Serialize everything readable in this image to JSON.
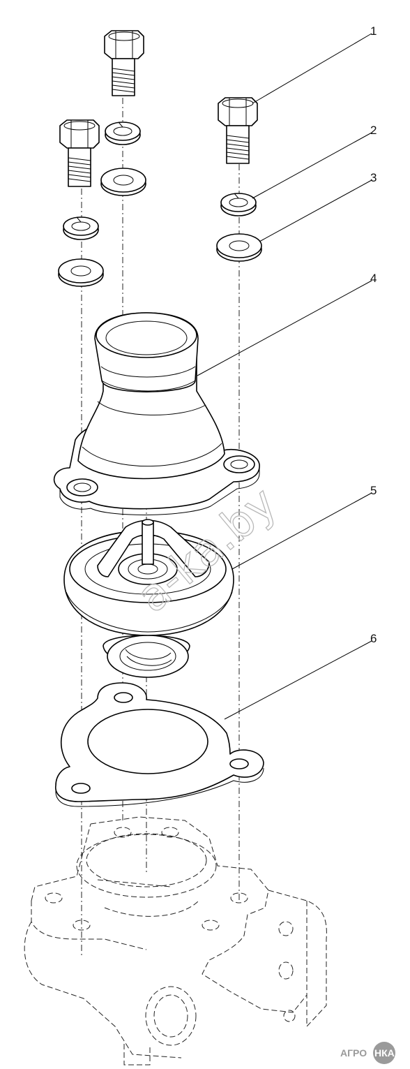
{
  "diagram": {
    "callouts": [
      {
        "id": "1",
        "text": "1"
      },
      {
        "id": "2",
        "text": "2"
      },
      {
        "id": "3",
        "text": "3"
      },
      {
        "id": "4",
        "text": "4"
      },
      {
        "id": "5",
        "text": "5"
      },
      {
        "id": "6",
        "text": "6"
      }
    ],
    "watermark": "a-ka.by",
    "logo": {
      "text": "АГРО",
      "badge": "НКА"
    },
    "colors": {
      "line": "#000000",
      "background": "#ffffff",
      "watermark": "#b8b8b8",
      "logo": "#9a9a9a"
    }
  }
}
